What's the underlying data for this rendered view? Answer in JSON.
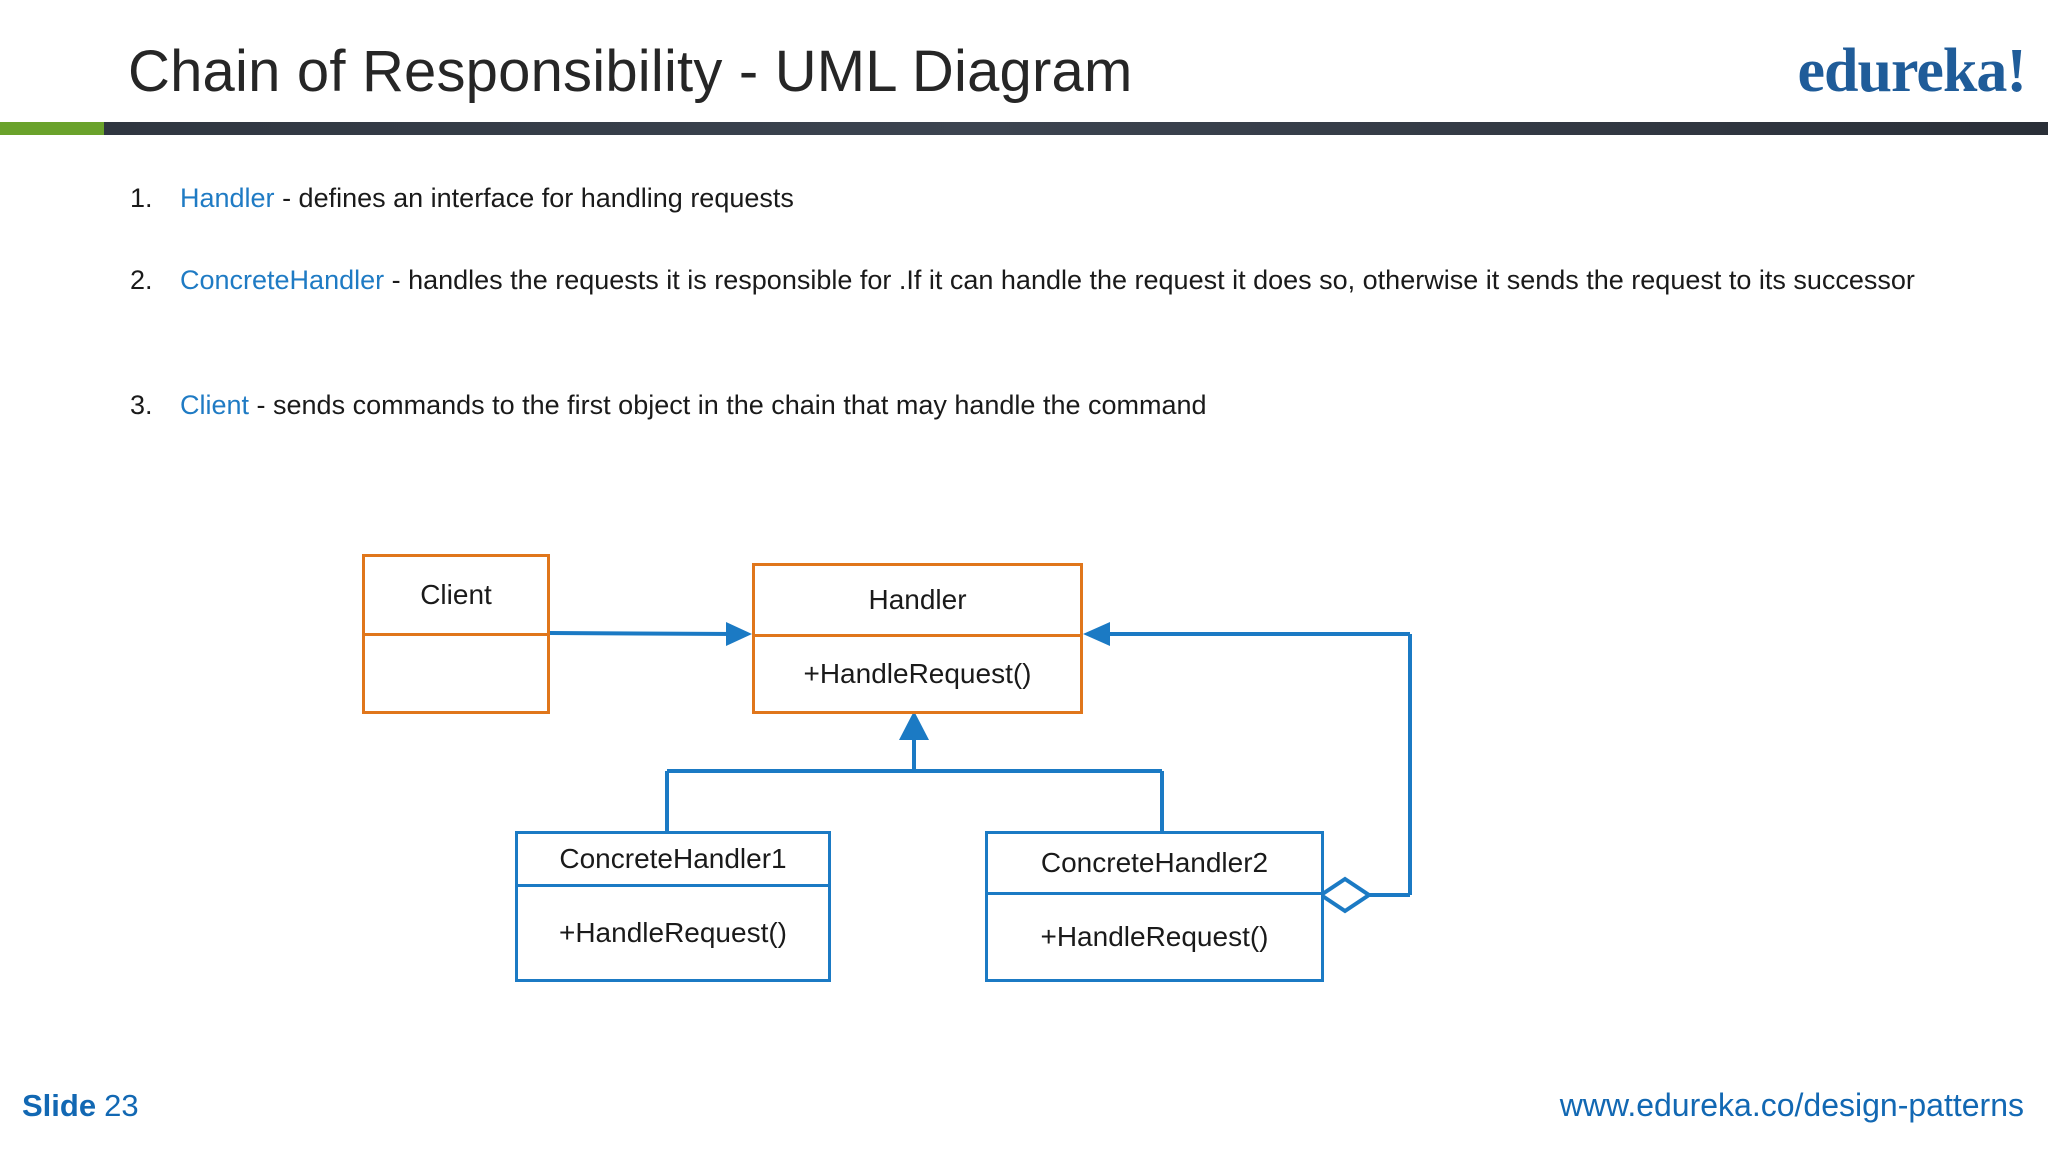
{
  "header": {
    "title": "Chain of Responsibility - UML Diagram",
    "brand": "edureka!",
    "accent_green": "#6AA22B",
    "accent_dark": "#2F3640",
    "brand_color": "#1F5C99"
  },
  "bullets": [
    {
      "number": "1.",
      "keyword": "Handler",
      "text": " - defines an interface for handling requests"
    },
    {
      "number": "2.",
      "keyword": "ConcreteHandler",
      "text": " - handles the requests it is responsible for .If it can handle the request it does so, otherwise it sends the request to its successor"
    },
    {
      "number": "3.",
      "keyword": "Client",
      "text": " - sends commands to the first object in the chain that may handle the command"
    }
  ],
  "diagram": {
    "type": "uml-class-diagram",
    "orange_color": "#E0761B",
    "blue_color": "#1B7AC4",
    "classes": [
      {
        "id": "client",
        "name": "Client",
        "operations": "",
        "border": "#E0761B"
      },
      {
        "id": "handler",
        "name": "Handler",
        "operations": "+HandleRequest()",
        "border": "#E0761B"
      },
      {
        "id": "concrete1",
        "name": "ConcreteHandler1",
        "operations": "+HandleRequest()",
        "border": "#1B7AC4"
      },
      {
        "id": "concrete2",
        "name": "ConcreteHandler2",
        "operations": "+HandleRequest()",
        "border": "#1B7AC4"
      }
    ],
    "relations": [
      {
        "from": "client",
        "to": "handler",
        "kind": "association-arrow"
      },
      {
        "from": "concrete1",
        "to": "handler",
        "kind": "generalization"
      },
      {
        "from": "concrete2",
        "to": "handler",
        "kind": "generalization"
      },
      {
        "from": "concrete2",
        "to": "handler",
        "kind": "aggregation-successor"
      }
    ]
  },
  "footer": {
    "slide_word": "Slide",
    "slide_number": "23",
    "url": "www.edureka.co/design-patterns",
    "color": "#1268B3"
  }
}
